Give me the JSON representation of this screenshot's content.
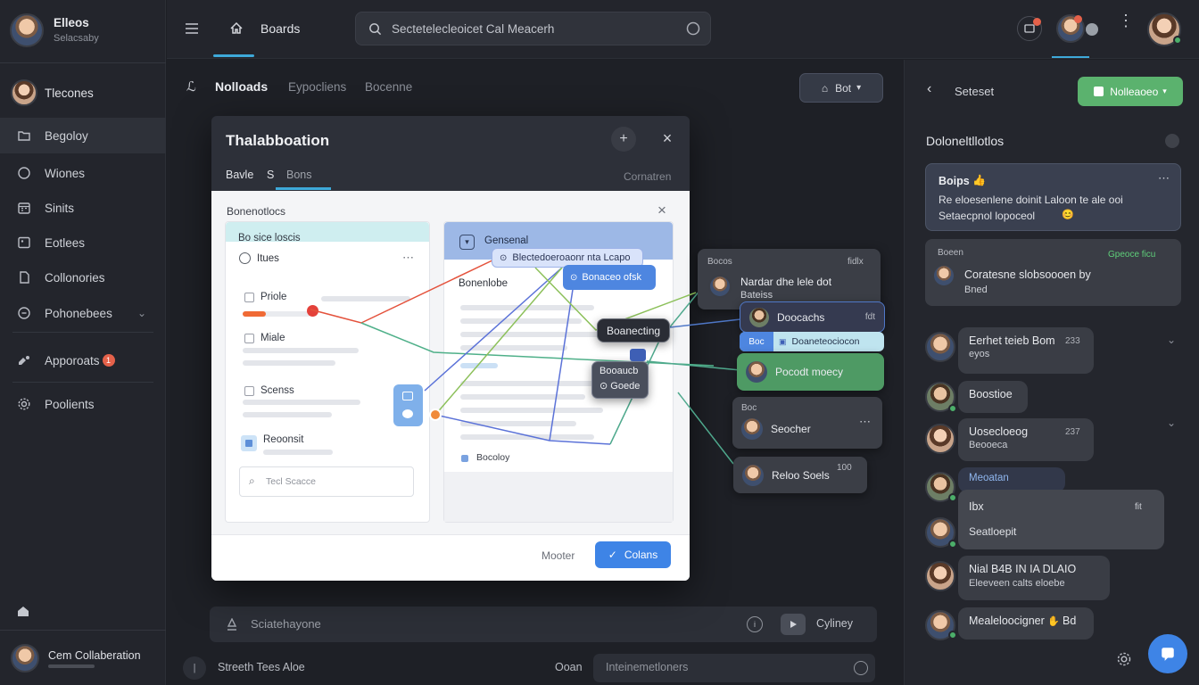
{
  "user": {
    "name": "Elleos",
    "subtitle": "Selacsaby"
  },
  "sidebar": {
    "profile_name": "Tlecones",
    "items": [
      {
        "label": "Begoloy",
        "icon": "folder-icon"
      },
      {
        "label": "Wiones",
        "icon": "chat-icon"
      },
      {
        "label": "Sinits",
        "icon": "calendar-icon"
      },
      {
        "label": "Eotlees",
        "icon": "image-icon"
      },
      {
        "label": "Collonories",
        "icon": "document-icon"
      },
      {
        "label": "Pohonebees",
        "icon": "clock-icon"
      },
      {
        "label": "Apporoats",
        "icon": "apps-icon",
        "badge": "1"
      },
      {
        "label": "Poolients",
        "icon": "gear-icon"
      }
    ],
    "footer_name": "Cem Collaberation"
  },
  "topbar": {
    "home_label": "Boards",
    "search_text": "Sectetelecleoicet Cal Meacerh"
  },
  "main": {
    "tabs": [
      "Nolloads",
      "Eypocliens",
      "Bocenne"
    ],
    "action_button": "Bot",
    "composer_text": "Sciatehayone",
    "composer_action": "Cyliney",
    "footer_left": "Streeth Tees Aloe",
    "footer_mid": "Ooan",
    "footer_input": "Inteinemetloners"
  },
  "dialog": {
    "title": "Thalabboation",
    "tabs": [
      "Bavle",
      "S",
      "Bons"
    ],
    "tab_right": "Cornatren",
    "inner_title": "Bonenotlocs",
    "left_card_header": "Bo sice loscis",
    "left_card_title": "Itues",
    "rows": [
      "Priole",
      "Miale",
      "Scenss",
      "Reoonsit"
    ],
    "search_placeholder": "Tecl Scacce",
    "right_card_header": "Gensenal",
    "right_card_sub": "Bonenlobe",
    "right_card_item": "Bocoloy",
    "chip1": "Blectedoeroaonr nta Lcapo",
    "chip2": "Bonaceo ofsk",
    "cancel": "Mooter",
    "confirm": "Colans"
  },
  "network": {
    "card_header": "Bocos",
    "card_header_right": "fidlx",
    "card_text": "Nardar dhe lele dot",
    "card_text2": "Bateiss",
    "n1": "Boanecting",
    "n2": "Booaucb",
    "n2b": "Goede",
    "n3": "Doocachs",
    "n3_right": "fdt",
    "n4_left": "Boc",
    "n4": "Doaneteociocon",
    "n5": "Pocodt moecy",
    "n6_header": "Boc",
    "n6": "Seocher",
    "n7": "Reloo Soels",
    "n7_right": "100"
  },
  "right_panel": {
    "back_label": "Seteset",
    "button": "Nolleaoeo",
    "section_title": "Doloneltllotlos",
    "card1_title": "Boips",
    "card1_text1": "Re eloesenlene doinit Laloon te ale ooi",
    "card1_text2": "Setaecpnol lopoceol",
    "card2_header": "Boeen",
    "card2_header_right": "Gpeoce ficu",
    "card2_text": "Coratesne slobsoooen by",
    "card2_text2": "Bned",
    "messages": [
      {
        "text": "Eerhet teieb Bom",
        "text2": "eyos",
        "time": "233"
      },
      {
        "text": "Boostioe"
      },
      {
        "text": "Uosecloeog",
        "text2": "Beooeca",
        "time": "237"
      },
      {
        "text": "Meoatan"
      },
      {
        "text": "Ibx",
        "text2": "Seatloepit",
        "time": "fit"
      },
      {
        "text": "Nial B4B IN IA DLAIO",
        "text2": "Eleeveen calts eloebe"
      },
      {
        "text": "Mealeloocigner",
        "text2": "Bd"
      }
    ]
  }
}
